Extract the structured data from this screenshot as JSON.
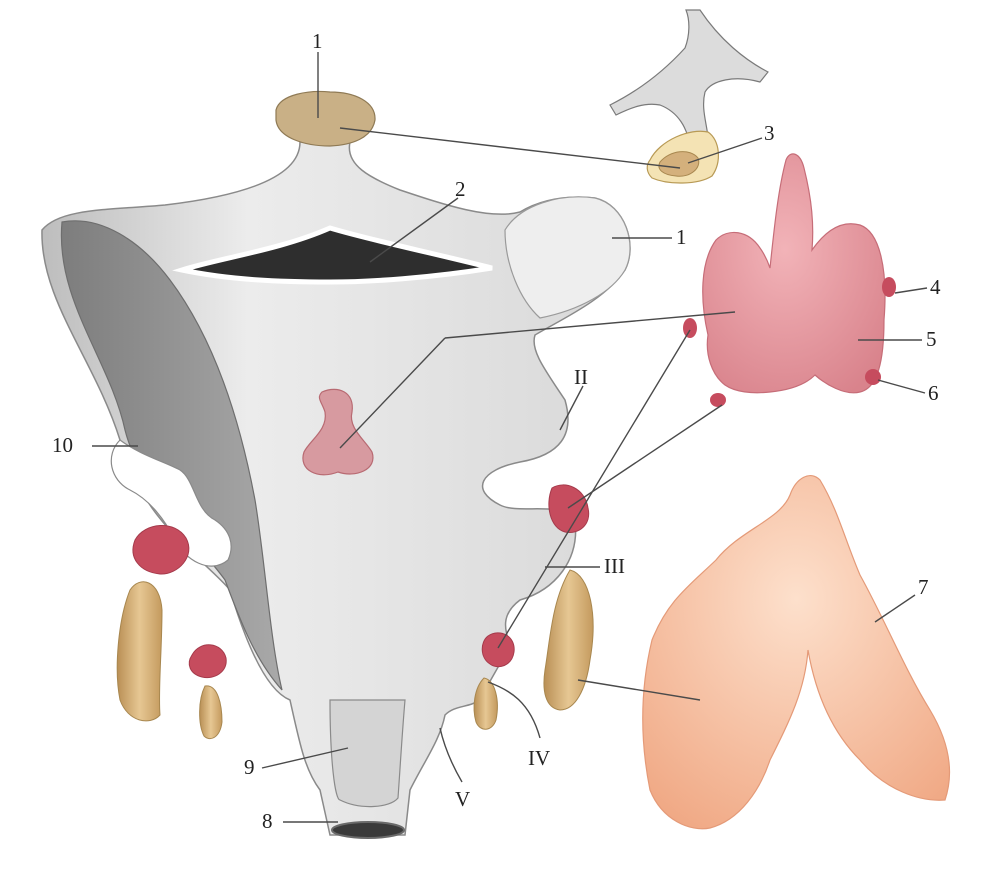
{
  "labels": {
    "l1a": "1",
    "l1b": "1",
    "l2": "2",
    "l3": "3",
    "l4": "4",
    "l5": "5",
    "l6": "6",
    "l7": "7",
    "l8": "8",
    "l9": "9",
    "l10": "10",
    "lII": "II",
    "lIII": "III",
    "lIV": "IV",
    "lV": "V"
  },
  "colors": {
    "pharynx": "#e4e4e4",
    "pharynx_dark": "#9c9c9c",
    "ectoderm_pocket": "#888888",
    "tongue_bud": "#c9b086",
    "thyroid": "#e69aa1",
    "parathyroid": "#c64c5e",
    "thymus_rudiment": "#d7b277",
    "thymus": "#f6c0a3",
    "label_text": "#222222"
  }
}
